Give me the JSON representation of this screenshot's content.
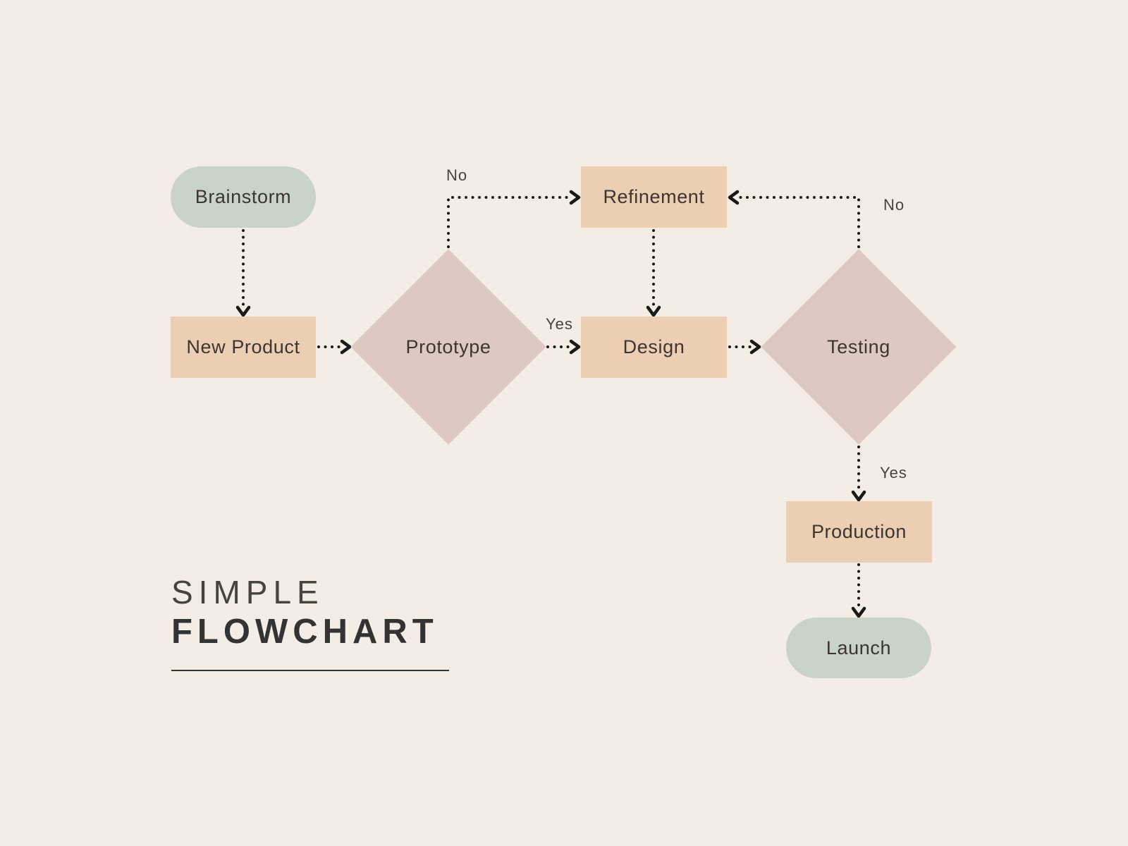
{
  "title": {
    "line1": "SIMPLE",
    "line2": "FLOWCHART"
  },
  "nodes": {
    "brainstorm": {
      "label": "Brainstorm",
      "shape": "rounded",
      "role": "start"
    },
    "new_product": {
      "label": "New Product",
      "shape": "rectangle",
      "role": "process"
    },
    "prototype": {
      "label": "Prototype",
      "shape": "diamond",
      "role": "decision"
    },
    "refinement": {
      "label": "Refinement",
      "shape": "rectangle",
      "role": "process"
    },
    "design": {
      "label": "Design",
      "shape": "rectangle",
      "role": "process"
    },
    "testing": {
      "label": "Testing",
      "shape": "diamond",
      "role": "decision"
    },
    "production": {
      "label": "Production",
      "shape": "rectangle",
      "role": "process"
    },
    "launch": {
      "label": "Launch",
      "shape": "rounded",
      "role": "end"
    }
  },
  "edges": [
    {
      "from": "Brainstorm",
      "to": "New Product",
      "label": ""
    },
    {
      "from": "New Product",
      "to": "Prototype",
      "label": ""
    },
    {
      "from": "Prototype",
      "to": "Refinement",
      "label": "No"
    },
    {
      "from": "Prototype",
      "to": "Design",
      "label": "Yes"
    },
    {
      "from": "Refinement",
      "to": "Design",
      "label": ""
    },
    {
      "from": "Design",
      "to": "Testing",
      "label": ""
    },
    {
      "from": "Testing",
      "to": "Refinement",
      "label": "No"
    },
    {
      "from": "Testing",
      "to": "Production",
      "label": "Yes"
    },
    {
      "from": "Production",
      "to": "Launch",
      "label": ""
    }
  ],
  "colors": {
    "background": "#f3ede5",
    "terminator_fill": "#c9d3c8",
    "process_fill": "#eccfb3",
    "decision_fill": "#ddc9c2",
    "arrow": "#191919",
    "node_text": "#3c3531",
    "label_text": "#474341",
    "title_text": "#333333"
  }
}
